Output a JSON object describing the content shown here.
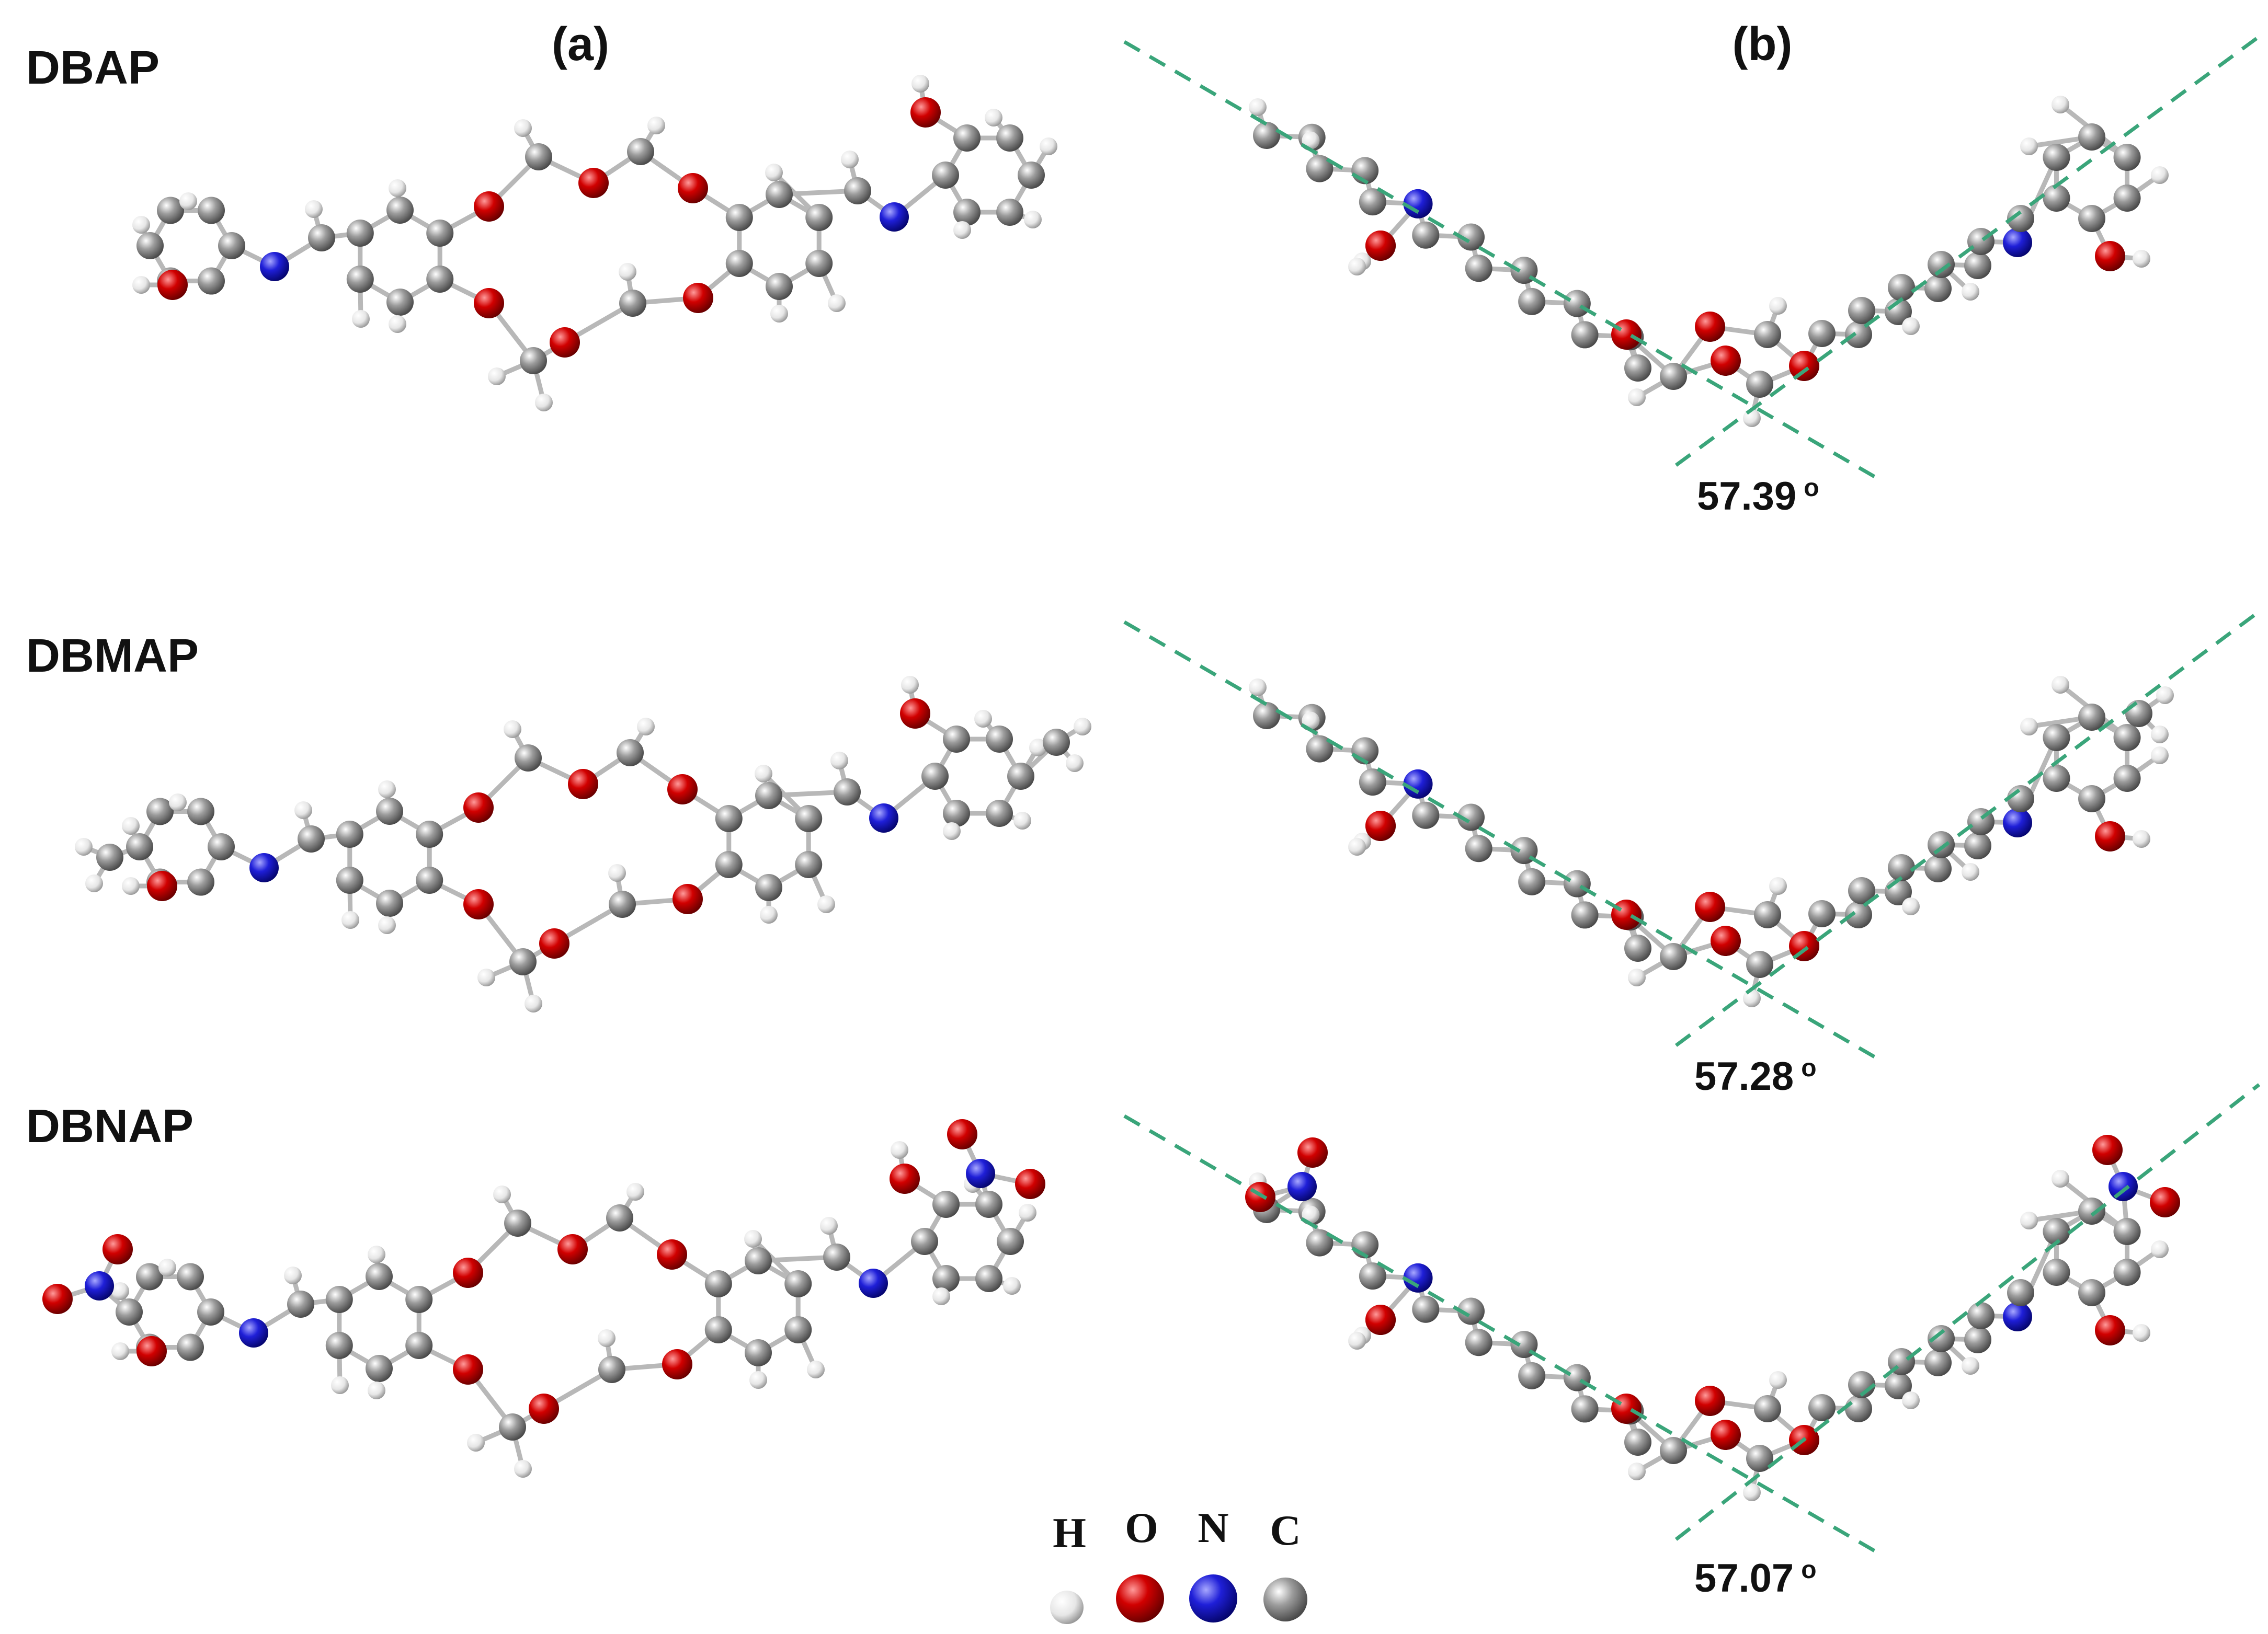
{
  "panels": {
    "a": "(a)",
    "b": "(b)"
  },
  "molecules": [
    {
      "name": "DBAP",
      "angle": "57.39",
      "unit": "o"
    },
    {
      "name": "DBMAP",
      "angle": "57.28",
      "unit": "o"
    },
    {
      "name": "DBNAP",
      "angle": "57.07",
      "unit": "o"
    }
  ],
  "legend": [
    {
      "symbol": "H",
      "color": "#f2f2f2"
    },
    {
      "symbol": "O",
      "color": "#c80000"
    },
    {
      "symbol": "N",
      "color": "#1a1acc"
    },
    {
      "symbol": "C",
      "color": "#8c8c8c"
    }
  ],
  "colors": {
    "carbon": "#8c8c8c",
    "hydrogen": "#f2f2f2",
    "oxygen": "#c80000",
    "nitrogen": "#1a1acc",
    "guide_line": "#3aa57a"
  }
}
